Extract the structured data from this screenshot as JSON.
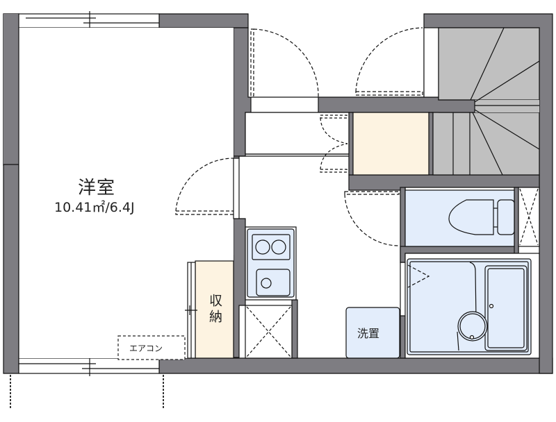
{
  "plan": {
    "colors": {
      "wall": "#7e7d82",
      "wall_outline": "#111111",
      "stairs": "#c0c0c0",
      "storage": "#fdf3e1",
      "wet_area": "#e3edfb",
      "background": "#ffffff"
    },
    "rooms": {
      "western_room": {
        "name": "洋室",
        "area": "10.41㎡/6.4J"
      },
      "storage": {
        "name": "収納"
      },
      "washer_space": {
        "name": "洗置"
      },
      "air_conditioner": {
        "name": "エアコン"
      }
    },
    "fixtures": [
      "kitchen-stove",
      "kitchen-sink",
      "refrigerator-space",
      "toilet",
      "bathtub",
      "washbasin",
      "stairs",
      "closet",
      "entrance"
    ]
  }
}
